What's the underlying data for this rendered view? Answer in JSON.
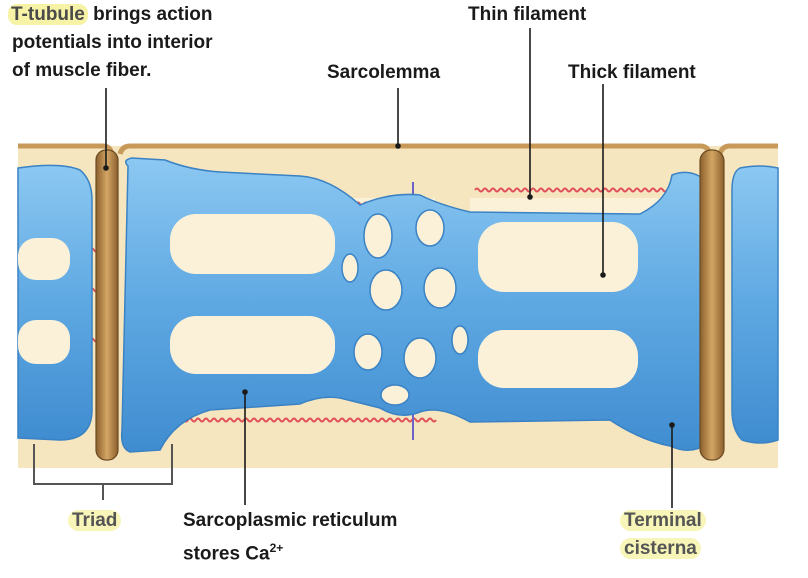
{
  "labels": {
    "ttubule_term": "T-tubule",
    "ttubule_line1_rest": "brings action",
    "ttubule_line2": "potentials into interior",
    "ttubule_line3": "of muscle fiber.",
    "sarcolemma": "Sarcolemma",
    "thin_filament": "Thin filament",
    "thick_filament": "Thick filament",
    "triad": "Triad",
    "sr_line1": "Sarcoplasmic reticulum",
    "sr_line2": "stores Ca",
    "sr_superscript": "2+",
    "terminal_line1": "Terminal",
    "terminal_line2": "cisterna"
  },
  "colors": {
    "cytoplasm": "#f6e6bf",
    "sarcolemma": "#c89a5a",
    "t_tubule": "#b98a4c",
    "sarcoplasmic_reticulum": "#5fa8e0",
    "thick_filament": "#6b63c8",
    "thin_filament": "#e0505a",
    "highlight": "#f6f3a6"
  }
}
